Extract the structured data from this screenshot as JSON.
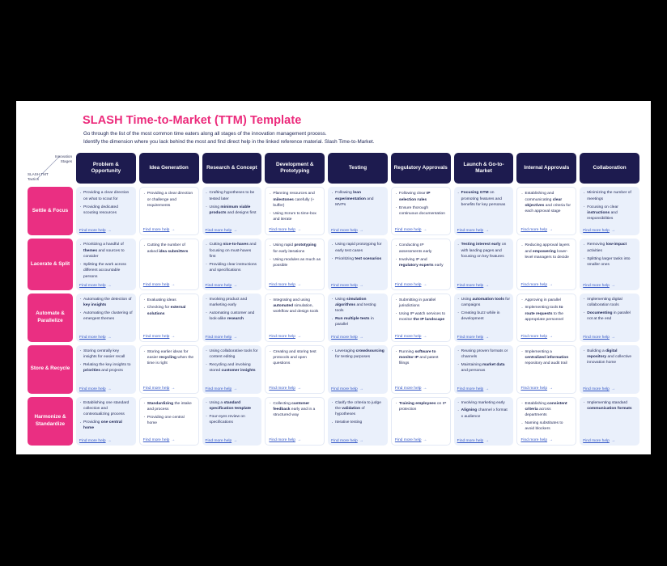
{
  "page": {
    "title": "SLASH Time-to-Market (TTM) Template",
    "subtitle_line1": "Go through the list of the most common time eaters along all stages of the innovation management process.",
    "subtitle_line2": "Identify the dimension where you lack behind the most and find direct help in the linked reference material. Slash Time-to-Market.",
    "axis_label_columns": "Innovation\nStages",
    "axis_label_columns_l1": "Innovation",
    "axis_label_columns_l2": "Stages",
    "axis_label_rows_l1": "SLASH TMT",
    "axis_label_rows_l2": "Tactics",
    "help_link_label": "Find more help",
    "help_link_arrow": "→",
    "accent_pink": "#ea2f82",
    "accent_navy": "#1d1b4f",
    "link_blue": "#3558c6"
  },
  "columns": [
    {
      "label": "Problem & Opportunity"
    },
    {
      "label": "Idea Generation"
    },
    {
      "label": "Research & Concept"
    },
    {
      "label": "Development & Prototyping"
    },
    {
      "label": "Testing"
    },
    {
      "label": "Regulatory Approvals"
    },
    {
      "label": "Launch & Go-to-Market"
    },
    {
      "label": "Internal Approvals"
    },
    {
      "label": "Collaboration"
    }
  ],
  "rows": [
    {
      "label": "Settle & Focus",
      "cells": [
        {
          "items": [
            "Providing a clear direction on what to scout for",
            "Providing dedicated scouting resources"
          ]
        },
        {
          "items": [
            "Providing a clear direction or challenge and requirements"
          ]
        },
        {
          "items": [
            "Crafting hypotheses to be tested later",
            "Using <b>minimum viable products</b> and designs first"
          ]
        },
        {
          "items": [
            "Planning resources and <b>milestones</b> carefully (+ buffer)",
            "Using Scrum to time-box and iterate"
          ]
        },
        {
          "items": [
            "Following <b>lean experimentation</b> and MVPs"
          ]
        },
        {
          "items": [
            "Following clear <b>IP selection rules</b>",
            "Ensure thorough continuous documentation"
          ]
        },
        {
          "items": [
            "<b>Focusing GTM</b> on promoting  features and benefits for key personas"
          ]
        },
        {
          "items": [
            "Establishing and communicating <b>clear objectives</b> and criteria for each approval stage"
          ]
        },
        {
          "items": [
            "Minimizing the number of meetings",
            "Focusing on clear <b>instructions</b> and responsibilities"
          ]
        }
      ]
    },
    {
      "label": "Lacerate & Split",
      "cells": [
        {
          "items": [
            "Prioritizing a handful of <b>themes</b> and sources to consider",
            "Splitting the work across different accountable persons"
          ]
        },
        {
          "items": [
            "Cutting the number of asked <b>idea submitters</b>"
          ]
        },
        {
          "items": [
            "Cutting <b>nice-to-haves</b> and focusing on must-haves first",
            "Providing clear instructions and specifications"
          ]
        },
        {
          "items": [
            "Using rapid <b>prototyping</b> for early iterations",
            "Using modules as much as possible"
          ]
        },
        {
          "items": [
            "Using rapid prototyping for early test cases",
            "Prioritizing <b>test scenarios</b>"
          ]
        },
        {
          "items": [
            "Conducting IP assessments early",
            "Involving IP and <b>regulatory experts</b> early"
          ]
        },
        {
          "items": [
            "<b>Testing interest early</b> on with landing pages and focusing on key features"
          ]
        },
        {
          "items": [
            "Reducing approval layers and <b>empowering</b> lower-level  managers to decide"
          ]
        },
        {
          "items": [
            "Removing <b>low-impact</b> activities",
            "Splitting larger tasks into smaller ones"
          ]
        }
      ]
    },
    {
      "label": "Automate & Parallelize",
      "cells": [
        {
          "items": [
            "Automating the detection of <b>key insights</b>",
            "Automating the clustering of emergent themes"
          ]
        },
        {
          "items": [
            "Evaluating ideas",
            "Checking for <b>external solutions</b>"
          ]
        },
        {
          "items": [
            "Involving product and marketing early",
            "Automating customer and look-alike <b>research</b>"
          ]
        },
        {
          "items": [
            "Integrating and using <b>automated</b> simulation,  workflow and design tools"
          ]
        },
        {
          "items": [
            "Using <b>simulation algorithms</b> and testing tools",
            "<b>Run multiple tests</b> in parallel"
          ]
        },
        {
          "items": [
            "Submitting in parallel jurisdictions",
            "Using IP watch services to monitor <b>the IP landscape</b>"
          ]
        },
        {
          "items": [
            "Using <b>automation tools</b> for campaigns",
            "Creating buzz while in development"
          ]
        },
        {
          "items": [
            "Approving in parallel",
            "Implementing tools <b>to route requests</b> to the appropriate personnel"
          ]
        },
        {
          "items": [
            "Implementing digital collaboration tools",
            "<b>Documenting</b> in parallel not at the end"
          ]
        }
      ]
    },
    {
      "label": "Store & Recycle",
      "cells": [
        {
          "items": [
            "Storing centrally key insights for easier recall",
            "Relating the key insights to <b>priorities</b> and projects"
          ]
        },
        {
          "items": [
            "Storing earlier ideas for easier <b>recycling</b> when the time is right"
          ]
        },
        {
          "items": [
            "Using collaborative tools for content editing",
            "Recycling and involving stored <b>customer insights</b>"
          ]
        },
        {
          "items": [
            "Creating and storing test protocols and open questions"
          ]
        },
        {
          "items": [
            "Leveraging <b>crowdsourcing</b> for testing purposes"
          ]
        },
        {
          "items": [
            "Running <b>software to monitor IP</b> and patent filings"
          ]
        },
        {
          "items": [
            "Reusing proven formats or channels",
            "Maintaining <b>market data</b> and personas"
          ]
        },
        {
          "items": [
            "Implementing a <b>centralized information</b> repository and audit trail"
          ]
        },
        {
          "items": [
            "Building a <b>digital repository</b> and collective innovation home"
          ]
        }
      ]
    },
    {
      "label": "Harmonize & Standardize",
      "cells": [
        {
          "items": [
            "Establishing one standard collection and contextualizing process",
            "Providing <b>one central home</b>"
          ]
        },
        {
          "items": [
            "<b>Standardizing</b> the intake and process",
            "Providing one central home"
          ]
        },
        {
          "items": [
            "Using a <b>standard specification template</b>",
            "Four-eyes review on specifications"
          ]
        },
        {
          "items": [
            "Collecting <b>customer feedback</b> early and in a structured way"
          ]
        },
        {
          "items": [
            "Clarify the criteria to judge the <b>validation</b> of hypotheses",
            "Iterative testing"
          ]
        },
        {
          "items": [
            "<b>Training employees</b> on IP protection"
          ]
        },
        {
          "items": [
            "Involving marketing early",
            "<b>Aligning</b> channel x format x audience"
          ]
        },
        {
          "items": [
            "Establishing <b>consistent criteria</b> across departments",
            "Naming substitutes to avoid blockers"
          ]
        },
        {
          "items": [
            "Implementing standard <b>communication formats</b>"
          ]
        }
      ]
    }
  ]
}
